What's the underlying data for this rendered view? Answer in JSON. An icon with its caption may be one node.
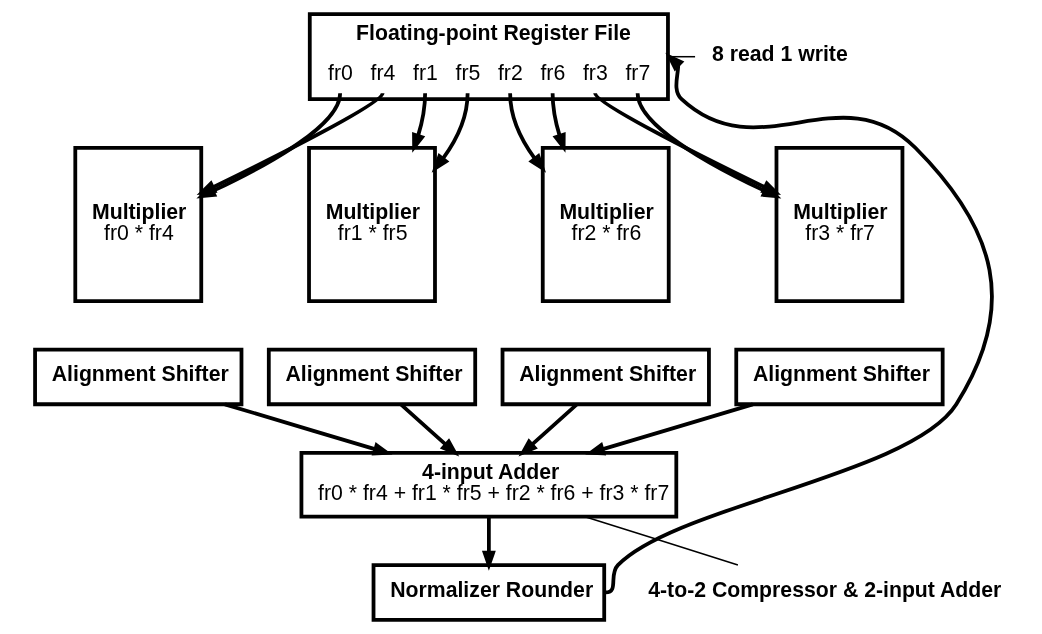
{
  "diagram": {
    "nodes": [
      {
        "text": [
          "Floating-point Register File",
          "fr0",
          "fr4",
          "fr1",
          "fr5",
          "fr2",
          "fr6",
          "fr3",
          "fr7"
        ]
      },
      {
        "text": [
          "Multiplier",
          "fr0 * fr4"
        ]
      },
      {
        "text": [
          "Multiplier",
          "fr1 * fr5"
        ]
      },
      {
        "text": [
          "Multiplier",
          "fr2 * fr6"
        ]
      },
      {
        "text": [
          "Multiplier",
          "fr3 * fr7"
        ]
      },
      {
        "text": [
          "Alignment Shifter"
        ]
      },
      {
        "text": [
          "Alignment Shifter"
        ]
      },
      {
        "text": [
          "Alignment Shifter"
        ]
      },
      {
        "text": [
          "Alignment Shifter"
        ]
      },
      {
        "text": [
          "4-input Adder",
          "fr0 * fr4 + fr1 * fr5 + fr2 * fr6 + fr3 * fr7"
        ]
      },
      {
        "text": [
          "Normalizer Rounder"
        ]
      },
      {
        "text": [
          "8 read 1 write"
        ]
      },
      {
        "text": [
          "4-to-2 Compressor & 2-input Adder"
        ]
      }
    ],
    "edges": [
      {
        "from": 0,
        "to": 1,
        "arrow": "to"
      },
      {
        "from": 0,
        "to": 1,
        "arrow": "to"
      },
      {
        "from": 0,
        "to": 2,
        "arrow": "to"
      },
      {
        "from": 0,
        "to": 2,
        "arrow": "to"
      },
      {
        "from": 0,
        "to": 3,
        "arrow": "to"
      },
      {
        "from": 0,
        "to": 3,
        "arrow": "to"
      },
      {
        "from": 0,
        "to": 4,
        "arrow": "to"
      },
      {
        "from": 0,
        "to": 4,
        "arrow": "to"
      },
      {
        "from": 5,
        "to": 9,
        "arrow": "to"
      },
      {
        "from": 6,
        "to": 9,
        "arrow": "to"
      },
      {
        "from": 7,
        "to": 9,
        "arrow": "to"
      },
      {
        "from": 8,
        "to": 9,
        "arrow": "to"
      },
      {
        "from": 9,
        "to": 10,
        "arrow": "to"
      },
      {
        "from": 10,
        "to": 0,
        "arrow": "to"
      },
      {
        "from": 11,
        "to": 0,
        "arrow": "none"
      },
      {
        "from": 12,
        "to": 9,
        "arrow": "none"
      }
    ]
  }
}
